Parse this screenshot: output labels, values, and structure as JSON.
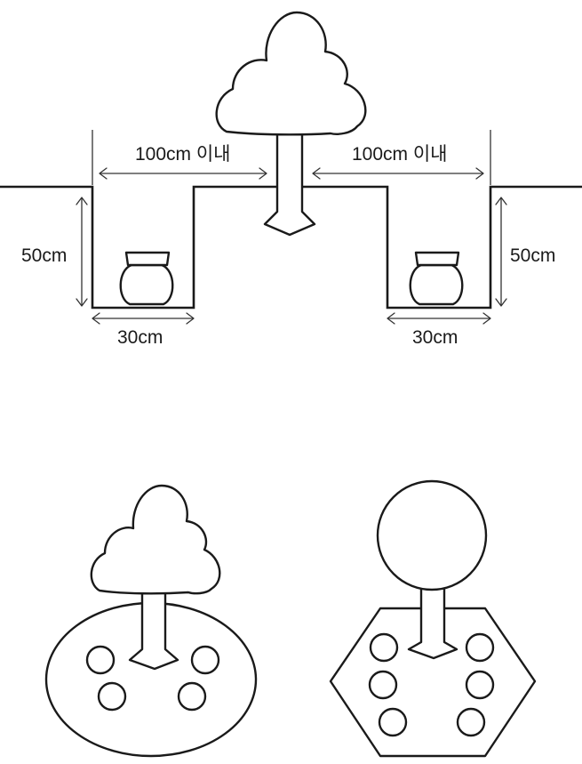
{
  "labels": {
    "left_distance": "100cm 이내",
    "right_distance": "100cm 이내",
    "left_depth": "50cm",
    "right_depth": "50cm",
    "left_width": "30cm",
    "right_width": "30cm"
  }
}
